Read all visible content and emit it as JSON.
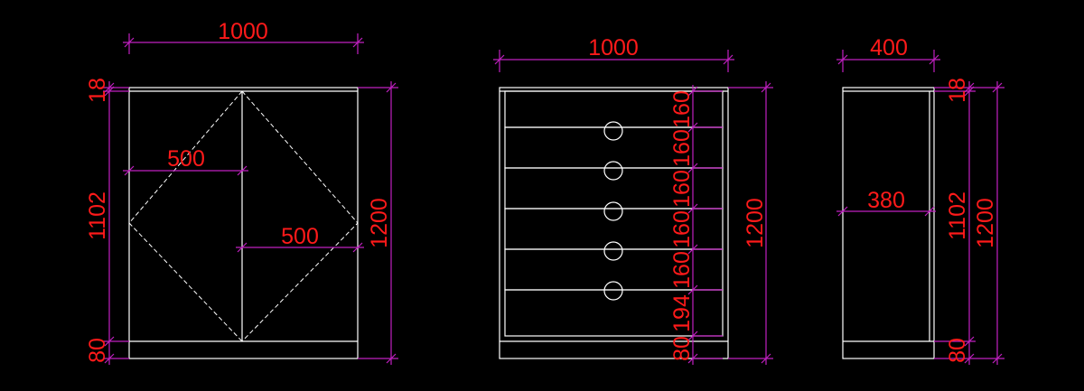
{
  "drawing": {
    "front_view": {
      "width_label": "1000",
      "half_width_upper_label": "500",
      "half_width_lower_label": "500",
      "top_label": "18",
      "body_label": "1102",
      "base_label": "80",
      "total_height_label": "1200"
    },
    "drawer_view": {
      "width_label": "1000",
      "drawer_labels": [
        "160",
        "160",
        "160",
        "160",
        "160",
        "194",
        "80"
      ],
      "total_height_label": "1200"
    },
    "side_view": {
      "depth_label": "400",
      "inner_depth_label": "380",
      "top_label": "18",
      "body_label": "1102",
      "base_label": "80",
      "total_height_label": "1200"
    }
  },
  "colors": {
    "background": "#000000",
    "object_lines": "#ffffff",
    "dimension_lines": "#c020c0",
    "dimension_text": "#ff1a1a"
  }
}
